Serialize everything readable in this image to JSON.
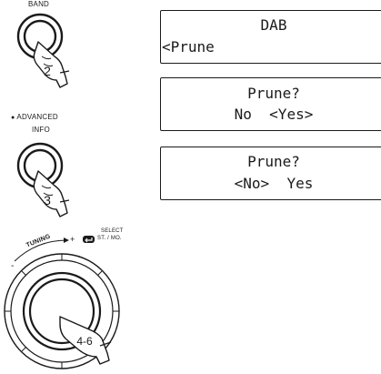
{
  "controls": {
    "band_label": "BAND",
    "band_step": "2",
    "advanced_bullet": "●",
    "advanced_label": "ADVANCED",
    "info_label": "INFO",
    "info_step": "3",
    "select_label_line1": "SELECT",
    "select_label_line2": "ST. / MO.",
    "tuning_label": "TUNING",
    "tuning_minus": "-",
    "tuning_plus": "+",
    "tuning_step": "4-6"
  },
  "displays": [
    {
      "line1": "DAB",
      "line2": "<Prune",
      "line2_right": ">"
    },
    {
      "line1": "Prune?",
      "line2": "No  <Yes>"
    },
    {
      "line1": "Prune?",
      "line2": "<No>  Yes"
    }
  ]
}
